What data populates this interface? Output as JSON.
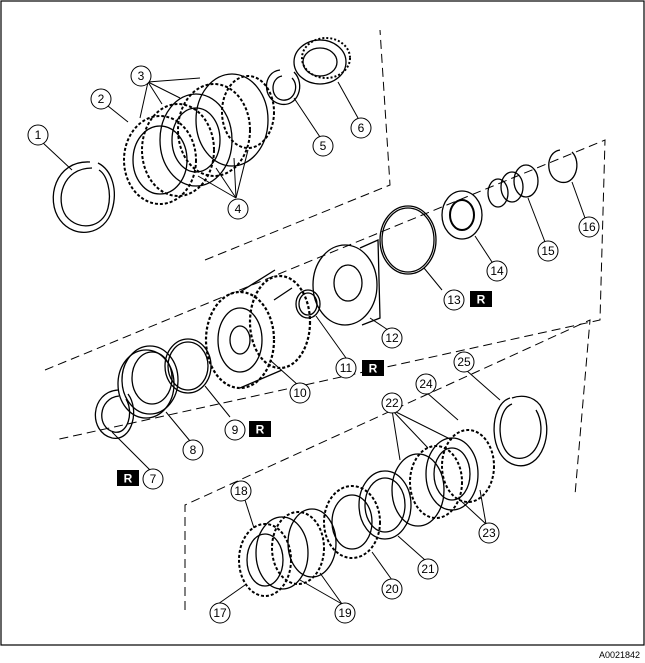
{
  "diagram": {
    "figure_id": "A0021842",
    "callouts": [
      {
        "id": "c1",
        "label": "1"
      },
      {
        "id": "c2",
        "label": "2"
      },
      {
        "id": "c3",
        "label": "3"
      },
      {
        "id": "c4",
        "label": "4"
      },
      {
        "id": "c5",
        "label": "5"
      },
      {
        "id": "c6",
        "label": "6"
      },
      {
        "id": "c7",
        "label": "7"
      },
      {
        "id": "c8",
        "label": "8"
      },
      {
        "id": "c9",
        "label": "9"
      },
      {
        "id": "c10",
        "label": "10"
      },
      {
        "id": "c11",
        "label": "11"
      },
      {
        "id": "c12",
        "label": "12"
      },
      {
        "id": "c13",
        "label": "13"
      },
      {
        "id": "c14",
        "label": "14"
      },
      {
        "id": "c15",
        "label": "15"
      },
      {
        "id": "c16",
        "label": "16"
      },
      {
        "id": "c17",
        "label": "17"
      },
      {
        "id": "c18",
        "label": "18"
      },
      {
        "id": "c19",
        "label": "19"
      },
      {
        "id": "c20",
        "label": "20"
      },
      {
        "id": "c21",
        "label": "21"
      },
      {
        "id": "c22",
        "label": "22"
      },
      {
        "id": "c23",
        "label": "23"
      },
      {
        "id": "c24",
        "label": "24"
      },
      {
        "id": "c25",
        "label": "25"
      }
    ],
    "replace_badge_label": "R"
  }
}
